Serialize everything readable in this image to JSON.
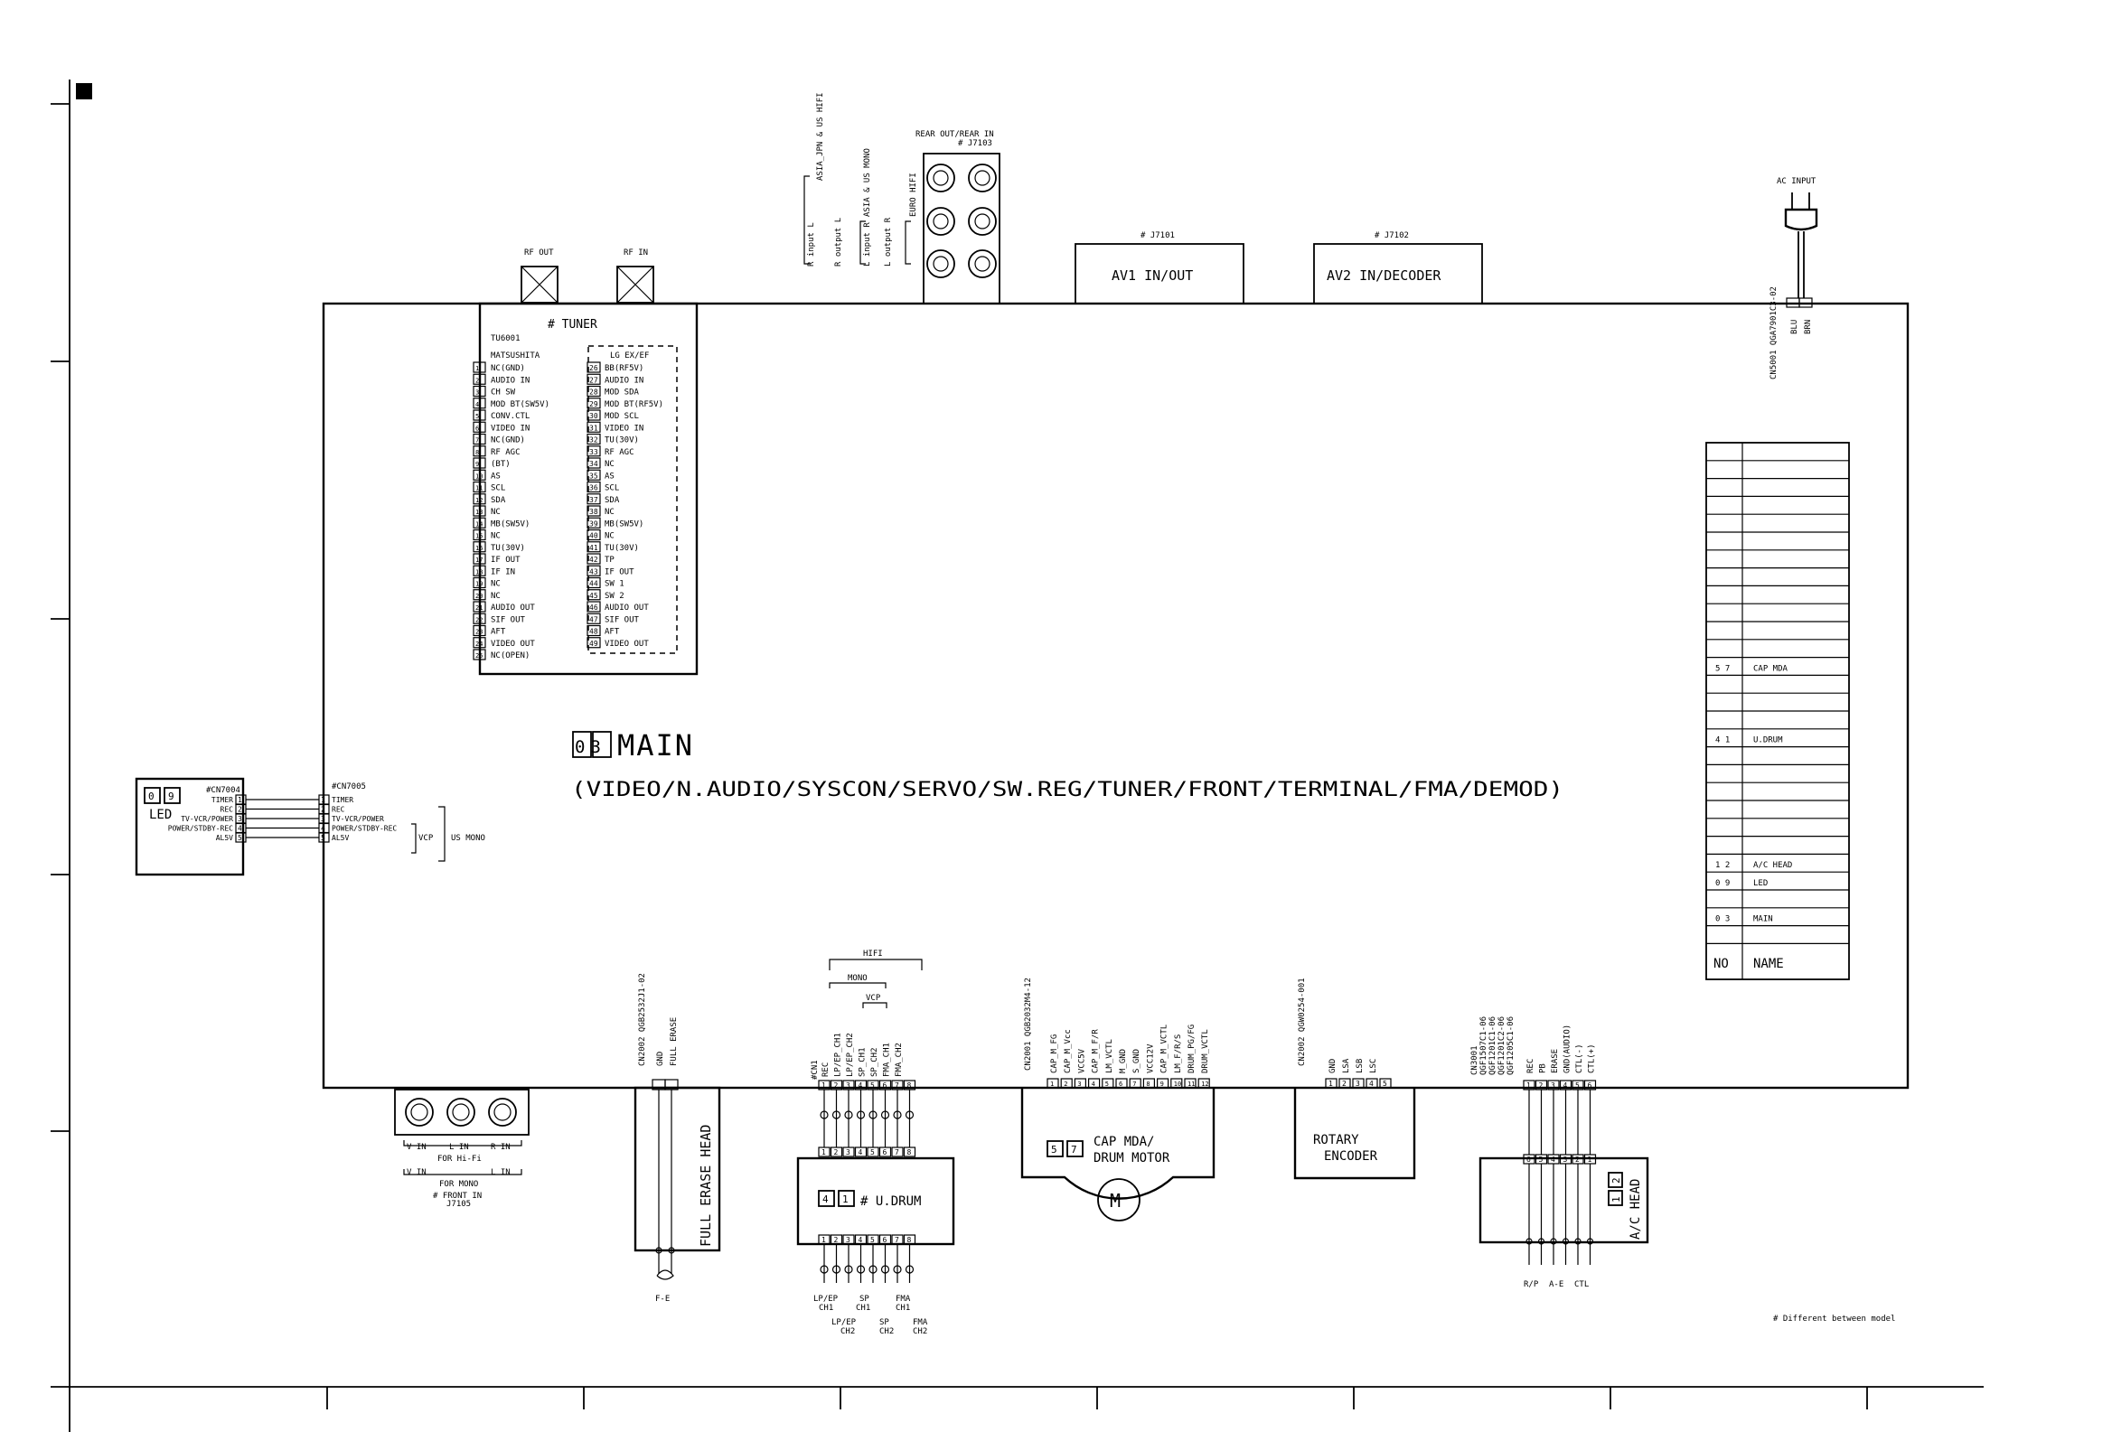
{
  "title": {
    "code": "03",
    "name": "MAIN",
    "subtitle": "(VIDEO/N.AUDIO/SYSCON/SERVO/SW.REG/TUNER/FRONT/TERMINAL/FMA/DEMOD)"
  },
  "connectors_top": {
    "rf_out": "RF OUT",
    "rf_in": "RF IN",
    "rear_label": "REAR OUT/REAR IN",
    "rear_ref": "# J7103",
    "euro_hifi": "EURO HIFI",
    "asia_jpn": "ASIA_JPN & US HIFI",
    "asia_us_mono": "ASIA & US MONO",
    "input_r": "R input L",
    "output_r": "R output L",
    "input_l": "L input R",
    "output_l": "L output R",
    "av1_ref": "# J7101",
    "av1": "AV1 IN/OUT",
    "av2_ref": "# J7102",
    "av2": "AV2 IN/DECODER",
    "ac_input": "AC INPUT",
    "ac_cn": "CN5001 QGA7901C3-02",
    "ac_pins": [
      "BLU",
      "BRN"
    ]
  },
  "tuner": {
    "title": "# TUNER",
    "part": "TU6001",
    "left_header": "MATSUSHITA",
    "right_header": "LG EX/EF",
    "left_pins": [
      {
        "n": "1",
        "label": "NC(GND)"
      },
      {
        "n": "2",
        "label": "AUDIO IN"
      },
      {
        "n": "3",
        "label": "CH SW"
      },
      {
        "n": "4",
        "label": "MOD BT(SW5V)"
      },
      {
        "n": "5",
        "label": "CONV.CTL"
      },
      {
        "n": "6",
        "label": "VIDEO IN"
      },
      {
        "n": "7",
        "label": "NC(GND)"
      },
      {
        "n": "8",
        "label": "RF AGC"
      },
      {
        "n": "9",
        "label": "(BT)"
      },
      {
        "n": "10",
        "label": "AS"
      },
      {
        "n": "11",
        "label": "SCL"
      },
      {
        "n": "12",
        "label": "SDA"
      },
      {
        "n": "13",
        "label": "NC"
      },
      {
        "n": "14",
        "label": "MB(SW5V)"
      },
      {
        "n": "15",
        "label": "NC"
      },
      {
        "n": "16",
        "label": "TU(30V)"
      },
      {
        "n": "17",
        "label": "IF OUT"
      },
      {
        "n": "18",
        "label": "IF IN"
      },
      {
        "n": "19",
        "label": "NC"
      },
      {
        "n": "20",
        "label": "NC"
      },
      {
        "n": "21",
        "label": "AUDIO OUT"
      },
      {
        "n": "22",
        "label": "SIF OUT"
      },
      {
        "n": "23",
        "label": "AFT"
      },
      {
        "n": "24",
        "label": "VIDEO OUT"
      },
      {
        "n": "25",
        "label": "NC(OPEN)"
      }
    ],
    "right_pins": [
      {
        "n": "26",
        "label": "BB(RF5V)"
      },
      {
        "n": "27",
        "label": "AUDIO IN"
      },
      {
        "n": "28",
        "label": "MOD SDA"
      },
      {
        "n": "29",
        "label": "MOD BT(RF5V)"
      },
      {
        "n": "30",
        "label": "MOD SCL"
      },
      {
        "n": "31",
        "label": "VIDEO IN"
      },
      {
        "n": "32",
        "label": "TU(30V)"
      },
      {
        "n": "33",
        "label": "RF AGC"
      },
      {
        "n": "34",
        "label": "NC"
      },
      {
        "n": "35",
        "label": "AS"
      },
      {
        "n": "36",
        "label": "SCL"
      },
      {
        "n": "37",
        "label": "SDA"
      },
      {
        "n": "38",
        "label": "NC"
      },
      {
        "n": "39",
        "label": "MB(SW5V)"
      },
      {
        "n": "40",
        "label": "NC"
      },
      {
        "n": "41",
        "label": "TU(30V)"
      },
      {
        "n": "42",
        "label": "TP"
      },
      {
        "n": "43",
        "label": "IF OUT"
      },
      {
        "n": "44",
        "label": "SW 1"
      },
      {
        "n": "45",
        "label": "SW 2"
      },
      {
        "n": "46",
        "label": "AUDIO OUT"
      },
      {
        "n": "47",
        "label": "SIF OUT"
      },
      {
        "n": "48",
        "label": "AFT"
      },
      {
        "n": "49",
        "label": "VIDEO OUT"
      }
    ]
  },
  "led_board": {
    "code": [
      "0",
      "9"
    ],
    "name": "LED",
    "cn_left": "#CN7004",
    "cn_right": "#CN7005",
    "left_pins": [
      {
        "n": "1",
        "label": "TIMER"
      },
      {
        "n": "2",
        "label": "REC"
      },
      {
        "n": "3",
        "label": "TV-VCR/POWER"
      },
      {
        "n": "4",
        "label": "POWER/STDBY-REC"
      },
      {
        "n": "5",
        "label": "AL5V"
      }
    ],
    "right_pins": [
      {
        "n": "1",
        "label": "TIMER"
      },
      {
        "n": "2",
        "label": "REC"
      },
      {
        "n": "3",
        "label": "TV-VCR/POWER"
      },
      {
        "n": "4",
        "label": "POWER/STDBY-REC"
      },
      {
        "n": "5",
        "label": "AL5V"
      }
    ],
    "vcp": "VCP",
    "us_mono": "US MONO"
  },
  "board_table": {
    "rows": [
      {
        "no": "",
        "name": ""
      },
      {
        "no": "",
        "name": ""
      },
      {
        "no": "",
        "name": ""
      },
      {
        "no": "",
        "name": ""
      },
      {
        "no": "",
        "name": ""
      },
      {
        "no": "",
        "name": ""
      },
      {
        "no": "",
        "name": ""
      },
      {
        "no": "",
        "name": ""
      },
      {
        "no": "",
        "name": ""
      },
      {
        "no": "",
        "name": ""
      },
      {
        "no": "",
        "name": ""
      },
      {
        "no": "",
        "name": ""
      },
      {
        "no": "5 7",
        "name": "CAP MDA"
      },
      {
        "no": "",
        "name": ""
      },
      {
        "no": "",
        "name": ""
      },
      {
        "no": "",
        "name": ""
      },
      {
        "no": "4 1",
        "name": "U.DRUM"
      },
      {
        "no": "",
        "name": ""
      },
      {
        "no": "",
        "name": ""
      },
      {
        "no": "",
        "name": ""
      },
      {
        "no": "",
        "name": ""
      },
      {
        "no": "",
        "name": ""
      },
      {
        "no": "",
        "name": ""
      },
      {
        "no": "1 2",
        "name": "A/C HEAD"
      },
      {
        "no": "0 9",
        "name": "LED"
      },
      {
        "no": "",
        "name": ""
      },
      {
        "no": "0 3",
        "name": "MAIN"
      },
      {
        "no": "",
        "name": ""
      }
    ],
    "header_no": "NO",
    "header_name": "NAME"
  },
  "front_in": {
    "labels": [
      "V IN",
      "L IN",
      "R IN"
    ],
    "for_hifi": "FOR Hi-Fi",
    "labels_mono": [
      "V IN",
      "L IN"
    ],
    "for_mono": "FOR MONO",
    "ref": "# FRONT IN",
    "part": "J7105"
  },
  "full_erase": {
    "cn": "CN2002 QGB2532J1-02",
    "pins": [
      "GND",
      "FULL ERASE"
    ],
    "head": "FULL ERASE HEAD",
    "fe": "F-E"
  },
  "udrum": {
    "cn": "#CN1",
    "pins": [
      "REC",
      "LP/EP_CH1",
      "LP/EP_CH2",
      "SP_CH1",
      "SP_CH2",
      "FMA_CH1",
      "FMA_CH2"
    ],
    "hifi": "HIFI",
    "mono": "MONO",
    "vcp": "VCP",
    "code": [
      "4",
      "1"
    ],
    "name": "# U.DRUM",
    "bottom_top": [
      "LP/EP",
      "SP",
      "FMA"
    ],
    "bottom_top2": [
      "CH1",
      "CH1",
      "CH1"
    ],
    "bottom_low": [
      "LP/EP",
      "SP",
      "FMA"
    ],
    "bottom_low2": [
      "CH2",
      "CH2",
      "CH2"
    ]
  },
  "cap_mda": {
    "cn": "CN2001 QGB2032M4-12",
    "pins": [
      "CAP_M_FG",
      "CAP_M_Vcc",
      "VCC5V",
      "CAP_M_F/R",
      "LM_VCTL",
      "M_GND",
      "S_GND",
      "VCC12V",
      "CAP_M_VCTL",
      "LM_F/R/S",
      "DRUM_PG/FG",
      "DRUM_VCTL"
    ],
    "code": [
      "5",
      "7"
    ],
    "name1": "CAP MDA/",
    "name2": "DRUM MOTOR",
    "motor": "M"
  },
  "rotary": {
    "cn": "CN2002 QGW0254-001",
    "pins": [
      "GND",
      "LSA",
      "LSB",
      "LSC"
    ],
    "name1": "ROTARY",
    "name2": "ENCODER"
  },
  "ac_head": {
    "cn": "CN3001 QGF1507C1-06 QGF1201C1-06 QGF1201C2-06 QGF1205C1-06",
    "pins": [
      "REC",
      "PB",
      "ERASE",
      "GND(AUDIO)",
      "CTL(-)",
      "CTL(+)"
    ],
    "code": [
      "1",
      "2"
    ],
    "name": "A/C HEAD",
    "bottom": [
      "R/P",
      "A-E",
      "CTL"
    ]
  },
  "footnote": "# Different between model"
}
